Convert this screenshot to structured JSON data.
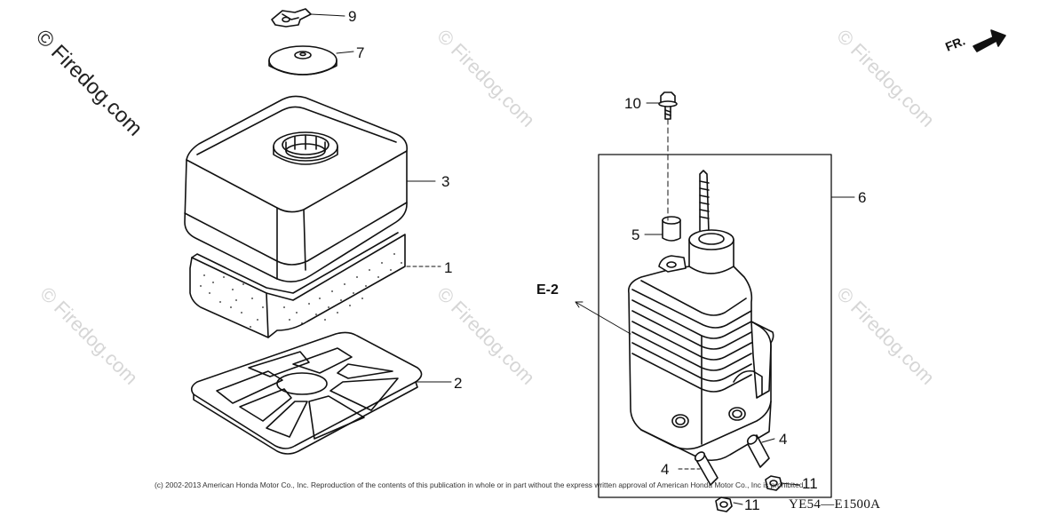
{
  "watermark": {
    "main": "© Firedog.com",
    "faint": "© Firedog.com"
  },
  "callouts": {
    "c1": "1",
    "c2": "2",
    "c3": "3",
    "c4a": "4",
    "c4b": "4",
    "c5": "5",
    "c6": "6",
    "c7": "7",
    "c9": "9",
    "c10": "10",
    "c11a": "11",
    "c11b": "11"
  },
  "direction_label": "FR.",
  "reference_label": "E-2",
  "copyright": "(c) 2002-2013 American Honda Motor Co., Inc. Reproduction of the contents of this publication in whole or in part without the express written approval of American Honda Motor Co., Inc is prohibited.",
  "diagram_code": "YE54—E1500A",
  "colors": {
    "ink": "#111111",
    "watermark": "#d6d6d6"
  }
}
